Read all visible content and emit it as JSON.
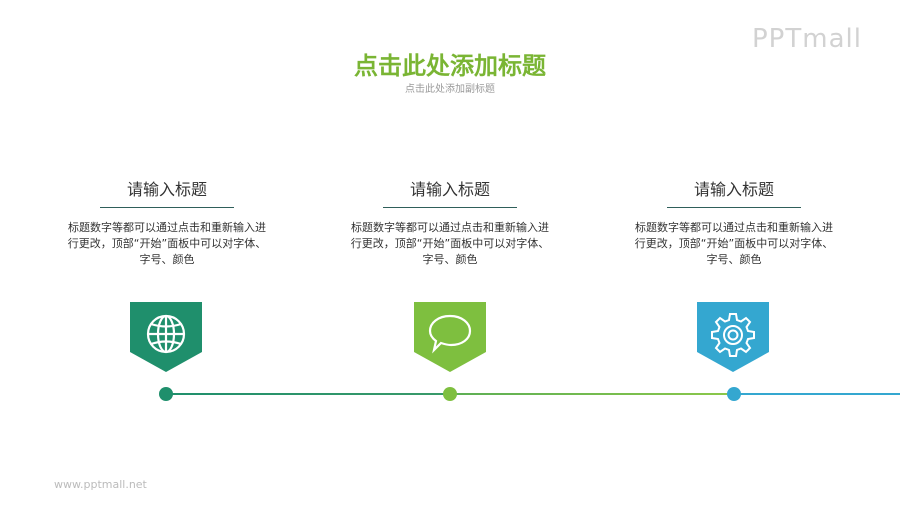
{
  "header": {
    "title": "点击此处添加标题",
    "subtitle": "点击此处添加副标题",
    "logo": "PPTmall"
  },
  "colors": {
    "title": "#7ab534",
    "teal": "#1f8f6c",
    "lime": "#7ebf3f",
    "blue": "#34a7d0"
  },
  "items": [
    {
      "title": "请输入标题",
      "description": "标题数字等都可以通过点击和重新输入进行更改，顶部“开始”面板中可以对字体、字号、颜色",
      "icon": "globe-icon",
      "color": "#1f8f6c"
    },
    {
      "title": "请输入标题",
      "description": "标题数字等都可以通过点击和重新输入进行更改，顶部“开始”面板中可以对字体、字号、颜色",
      "icon": "speech-bubble-icon",
      "color": "#7ebf3f"
    },
    {
      "title": "请输入标题",
      "description": "标题数字等都可以通过点击和重新输入进行更改，顶部“开始”面板中可以对字体、字号、颜色",
      "icon": "gear-icon",
      "color": "#34a7d0"
    }
  ],
  "footer": {
    "url": "www.pptmall.net"
  }
}
